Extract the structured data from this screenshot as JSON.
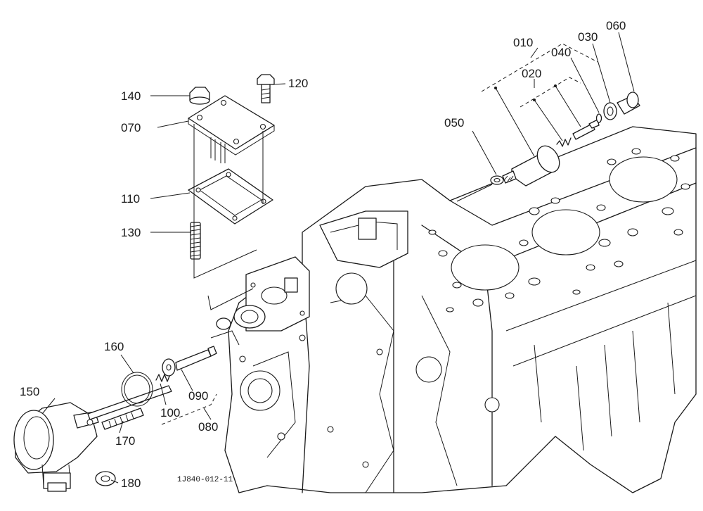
{
  "drawing_code": "1J840-012-11",
  "callouts": [
    {
      "id": "010",
      "text": "010"
    },
    {
      "id": "020",
      "text": "020"
    },
    {
      "id": "030",
      "text": "030"
    },
    {
      "id": "040",
      "text": "040"
    },
    {
      "id": "050",
      "text": "050"
    },
    {
      "id": "060",
      "text": "060"
    },
    {
      "id": "070",
      "text": "070"
    },
    {
      "id": "080",
      "text": "080"
    },
    {
      "id": "090",
      "text": "090"
    },
    {
      "id": "100",
      "text": "100"
    },
    {
      "id": "110",
      "text": "110"
    },
    {
      "id": "120",
      "text": "120"
    },
    {
      "id": "130",
      "text": "130"
    },
    {
      "id": "140",
      "text": "140"
    },
    {
      "id": "150",
      "text": "150"
    },
    {
      "id": "160",
      "text": "160"
    },
    {
      "id": "170",
      "text": "170"
    },
    {
      "id": "180",
      "text": "180"
    }
  ]
}
